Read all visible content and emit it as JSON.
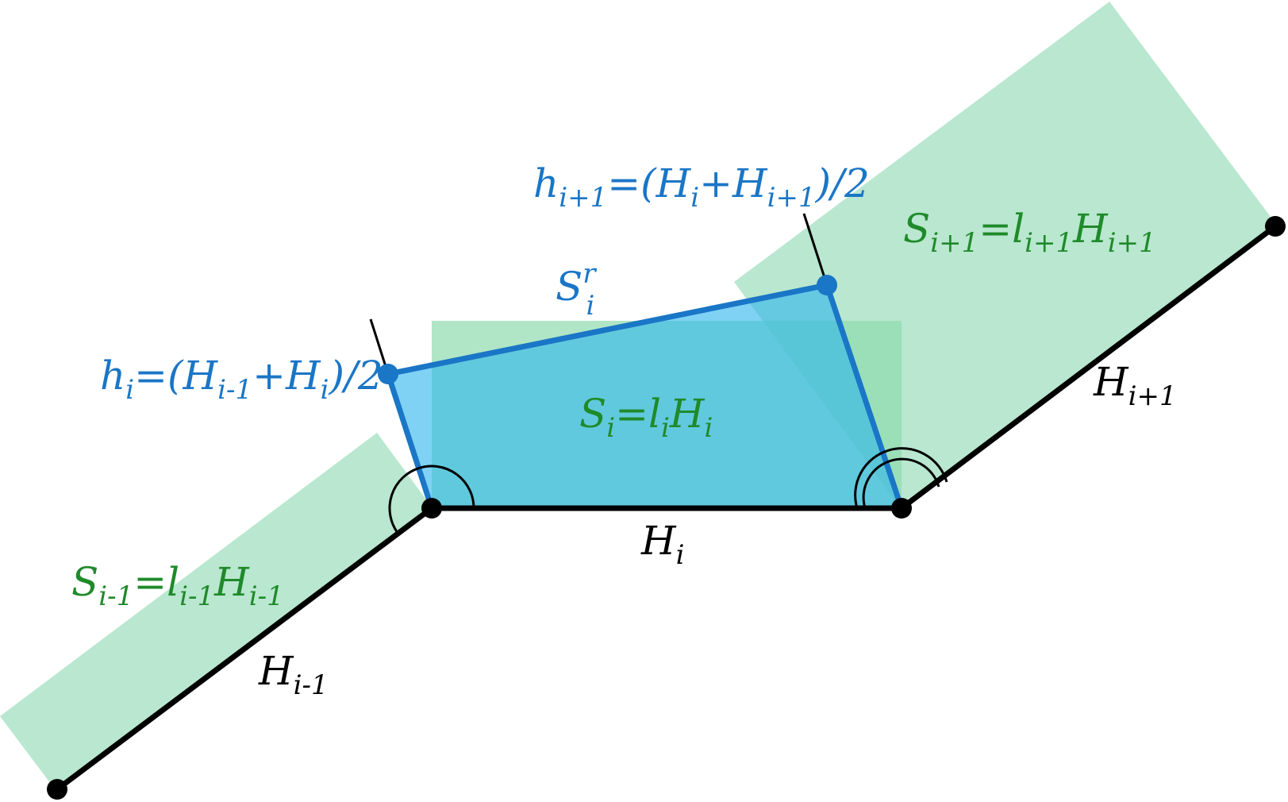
{
  "colors": {
    "strip_fill": "#b9e7cf",
    "rect_fill": "#8fdcae",
    "quad_fill": "#30b7ec",
    "blue": "#1a76c6",
    "green": "#1f8a2a",
    "black": "#000000"
  },
  "labels": {
    "h_i": {
      "base": "h",
      "sub": "i",
      "rest": "=(H",
      "sub2": "i-1",
      "plus": "+H",
      "sub3": "i",
      "tail": ")/2"
    },
    "h_i1": {
      "base": "h",
      "sub": "i+1",
      "rest": "=(H",
      "sub2": "i",
      "plus": "+H",
      "sub3": "i+1",
      "tail": ")/2"
    },
    "S_r": {
      "base": "S",
      "sup": "r",
      "sub": "i"
    },
    "S_i": {
      "base": "S",
      "sub": "i",
      "eq": "=l",
      "sub2": "i",
      "tail": "H",
      "sub3": "i"
    },
    "S_i1": {
      "base": "S",
      "sub": "i+1",
      "eq": "=l",
      "sub2": "i+1",
      "tail": "H",
      "sub3": "i+1"
    },
    "S_im1": {
      "base": "S",
      "sub": "i-1",
      "eq": "=l",
      "sub2": "i-1",
      "tail": "H",
      "sub3": "i-1"
    },
    "H_i": {
      "base": "H",
      "sub": "i"
    },
    "H_i1": {
      "base": "H",
      "sub": "i+1"
    },
    "H_im1": {
      "base": "H",
      "sub": "i-1"
    }
  }
}
